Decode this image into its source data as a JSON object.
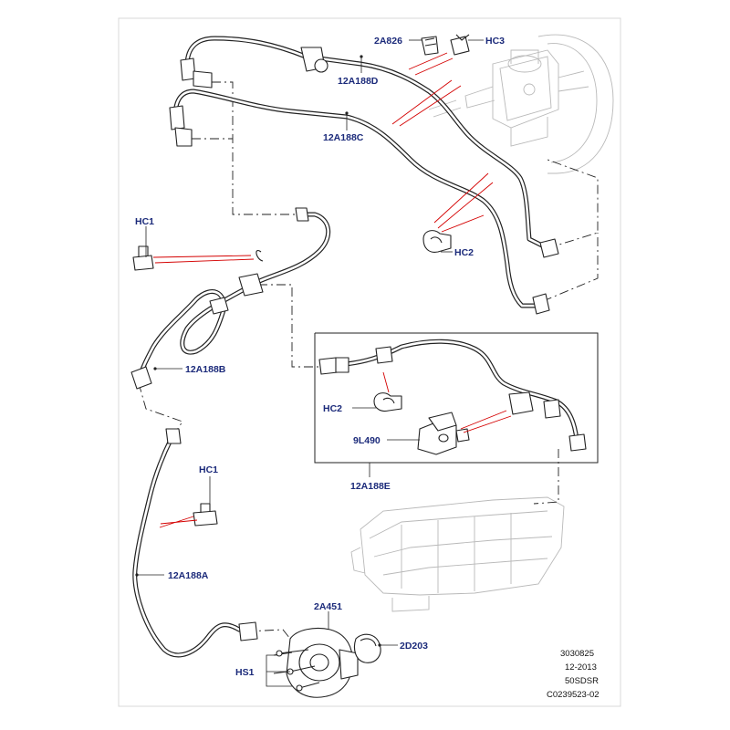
{
  "callouts": {
    "a2a826": "2A826",
    "hc3": "HC3",
    "p12a188d": "12A188D",
    "p12a188c": "12A188C",
    "hc1_top": "HC1",
    "hc2_upper": "HC2",
    "p12a188b": "12A188B",
    "hc2_box": "HC2",
    "p9l490": "9L490",
    "p12a188e": "12A188E",
    "hc1_lower": "HC1",
    "p12a188a": "12A188A",
    "a2a451": "2A451",
    "d2d203": "2D203",
    "hs1": "HS1"
  },
  "reference_block": {
    "line1": "3030825",
    "line2": "12-2013",
    "line3": "50SDSR",
    "line4": "C0239523-02"
  },
  "colors": {
    "callout_text": "#1b2a7a",
    "indicator_lines": "#d40000",
    "line_art": "#222222"
  }
}
